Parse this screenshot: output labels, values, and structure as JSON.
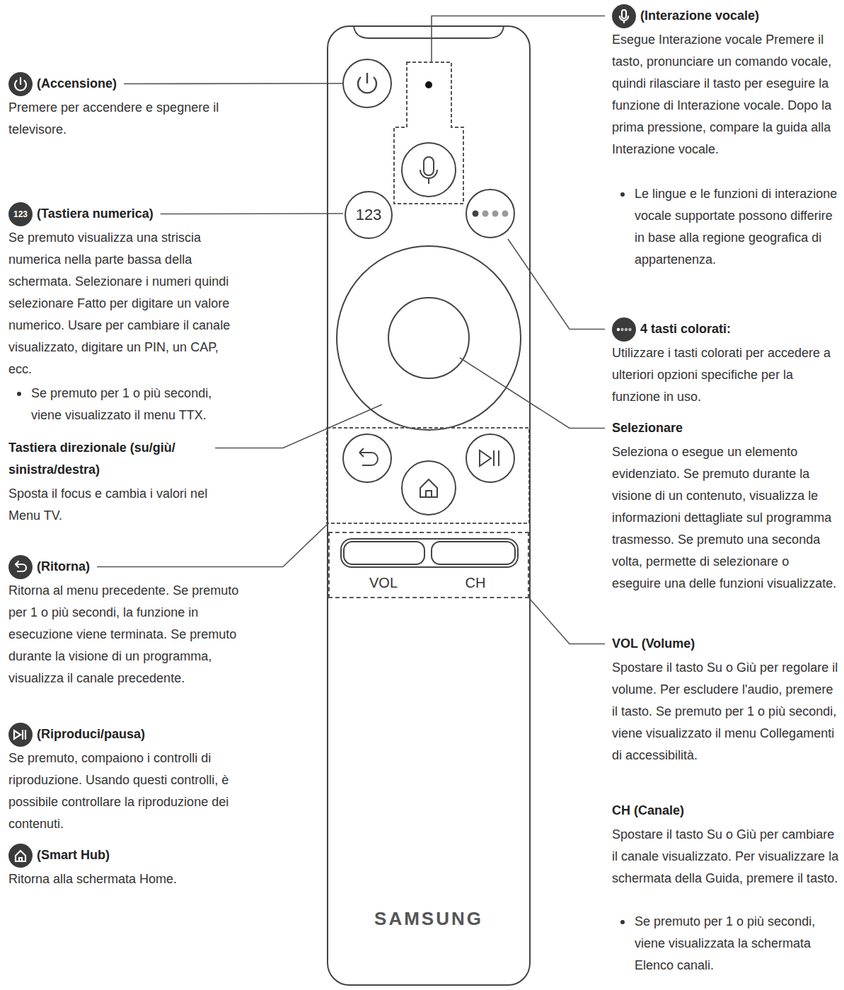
{
  "diagram": {
    "nodes": [
      {
        "text": [
          "SAMSUNG"
        ]
      },
      {
        "text": [
          "123"
        ],
        "in": 0
      },
      {
        "text": [
          "VOL",
          "CH"
        ],
        "in": 0
      },
      {
        "text": [
          "123"
        ]
      }
    ],
    "labels": [
      "(Accensione)",
      "Premere per accendere e spegnere il televisore.",
      "(Tastiera numerica)",
      "Se premuto visualizza una striscia numerica nella parte bassa della schermata. Selezionare i numeri quindi selezionare Fatto per digitare un valore numerico. Usare per cambiare il canale visualizzato, digitare un PIN, un CAP, ecc.",
      "Se premuto per 1 o più secondi, viene visualizzato il menu TTX.",
      "Tastiera direzionale (su/giù/ sinistra/destra)",
      "Sposta il focus e cambia i valori nel Menu TV.",
      "(Ritorna)",
      "Ritorna al menu precedente. Se premuto per 1 o più secondi, la funzione in esecuzione viene terminata. Se premuto durante la visione di un programma, visualizza il canale precedente.",
      "(Riproduci/pausa)",
      "Se premuto, compaiono i controlli di riproduzione. Usando questi controlli, è possibile controllare la riproduzione dei contenuti.",
      "(Smart Hub)",
      "Ritorna alla schermata Home.",
      "(Interazione vocale)",
      "Esegue Interazione vocale Premere il tasto, pronunciare un comando vocale, quindi rilasciare il tasto per eseguire la funzione di Interazione vocale. Dopo la prima pressione, compare la guida alla Interazione vocale.",
      "Le lingue e le funzioni di interazione vocale supportate possono differire in base alla regione geografica di appartenenza.",
      "4 tasti colorati:",
      "Utilizzare i tasti colorati per accedere a ulteriori opzioni specifiche per la funzione in uso.",
      "Selezionare",
      "Seleziona o esegue un elemento evidenziato. Se premuto durante la visione di un contenuto, visualizza le informazioni dettagliate sul programma trasmesso. Se premuto una seconda volta, permette di selezionare o eseguire una delle funzioni visualizzate.",
      "VOL (Volume)",
      "Spostare il tasto Su o Giù per regolare il volume. Per escludere l'audio, premere il tasto. Se premuto per 1 o più secondi, viene visualizzato il menu Collegamenti di accessibilità.",
      "CH (Canale)",
      "Spostare il tasto Su o Giù per cambiare il canale visualizzato. Per visualizzare la schermata della Guida, premere il tasto.",
      "Se premuto per 1 o più secondi, viene visualizzata la schermata Elenco canali."
    ]
  }
}
